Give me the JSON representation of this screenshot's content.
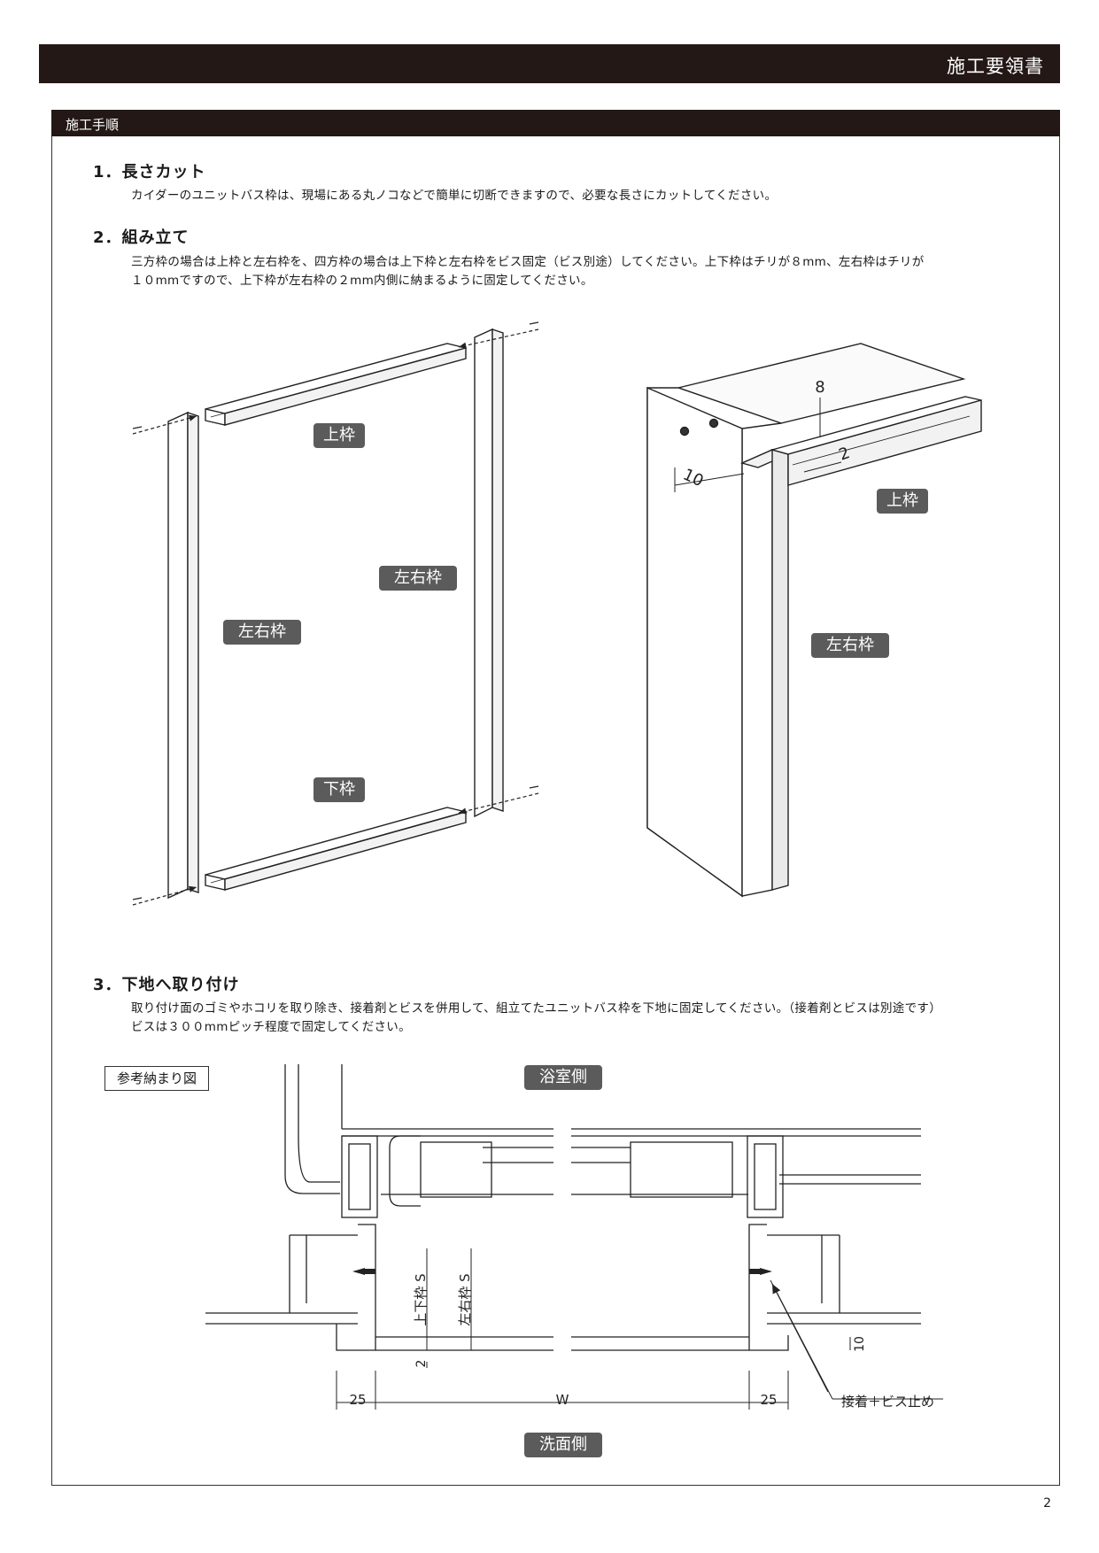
{
  "header": {
    "title": "施工要領書"
  },
  "section": {
    "label": "施工手順"
  },
  "steps": [
    {
      "title": "1．長さカット",
      "lines": [
        "カイダーのユニットバス枠は、現場にある丸ノコなどで簡単に切断できますので、必要な長さにカットしてください。"
      ]
    },
    {
      "title": "2．組み立て",
      "lines": [
        "三方枠の場合は上枠と左右枠を、四方枠の場合は上下枠と左右枠をビス固定（ビス別途）してください。上下枠はチリが８mm、左右枠はチリが",
        "１０mmですので、上下枠が左右枠の２mm内側に納まるように固定してください。"
      ]
    },
    {
      "title": "3．下地へ取り付け",
      "lines": [
        "取り付け面のゴミやホコリを取り除き、接着剤とビスを併用して、組立てたユニットバス枠を下地に固定してください。（接着剤とビスは別途です）",
        "ビスは３００mmピッチ程度で固定してください。"
      ]
    }
  ],
  "figure_assembly": {
    "labels": {
      "top": "上枠",
      "side_right": "左右枠",
      "side_left": "左右枠",
      "bottom": "下枠"
    }
  },
  "figure_detail": {
    "labels": {
      "top": "上枠",
      "side": "左右枠"
    },
    "dims": {
      "depth": "8",
      "reveal": "2",
      "side_reveal": "10"
    }
  },
  "figure_section": {
    "ref_title": "参考納まり図",
    "bath_side": "浴室側",
    "washroom_side": "洗面側",
    "dims": {
      "left": "25",
      "width": "W",
      "right": "25",
      "tb_frame": "上下枠 S",
      "lr_frame": "左右枠 S",
      "gap": "2",
      "height": "10"
    },
    "callout": "接着＋ビス止め"
  },
  "page_number": "2"
}
